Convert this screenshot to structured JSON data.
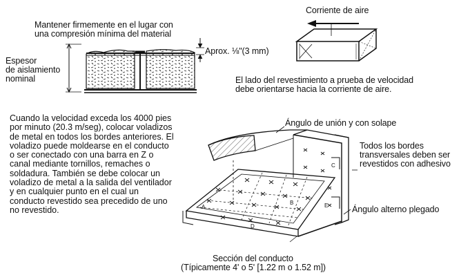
{
  "insulation": {
    "hold_text": "Mantener firmemente en el lugar con\nuna compresión mínima del material",
    "thickness_label": "Espesor\nde aislamiento\nnominal",
    "approx_label": "Aprox. ⅛\"(3 mm)"
  },
  "airflow": {
    "title": "Corriente de aire",
    "note": "El lado del revestimiento a prueba de velocidad\ndebe orientarse hacia la corriente de aire."
  },
  "velocity_note": "Cuando la velocidad exceda los 4000 pies por minuto (20.3 m/seg), colocar voladizos de metal en todos los bordes anteriores. El voladizo puede moldearse en el conducto o ser conectado con una barra en Z o canal mediante tornillos, remaches o soldadura. También se debe colocar un voladizo de metal a la salida del ventilador y en cualquier punto en el cual un conducto revestido sea precedido de uno no revestido.",
  "duct_labels": {
    "joint_angle": "Ángulo de unión y con solape",
    "edges_coated": "Todos los bordes\ntransversales deben ser\nrevestidos con adhesivo",
    "alt_angle": "Ángulo alterno plegado",
    "section": "Sección del conducto",
    "section_size": "(Típicamente 4' o 5' [1.22 m o 1.52 m])"
  },
  "pin_letters": [
    "A",
    "B",
    "C",
    "D",
    "E"
  ],
  "colors": {
    "ink": "#111111",
    "background": "#ffffff"
  }
}
